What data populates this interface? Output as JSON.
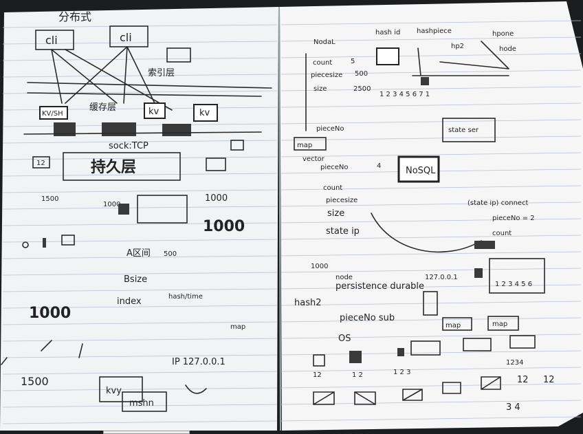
{
  "left_page": {
    "title": "分布式",
    "cli_a": "cli",
    "cli_b": "cli",
    "index_layer": "索引层",
    "kvsh": "KV/SH",
    "cache_layer": "缓存层",
    "kv_a": "kv",
    "kv_b": "kv",
    "sock_tcp": "sock:TCP",
    "persist_layer": "持久层",
    "num_12": "12",
    "num_1500a": "1500",
    "num_1000a": "1000",
    "num_1000b": "1000",
    "num_1000c": "1000",
    "a_note": "A区间",
    "num_500": "500",
    "bsize": "Bsize",
    "index_hash": "index",
    "hash_note": "hash/time",
    "map_note": "map",
    "num_1000d": "1000",
    "ip": "IP 127.0.0.1",
    "num_1500b": "1500",
    "kvy": "kvy",
    "mshn": "mshn"
  },
  "right_page": {
    "nodal": "NodaL",
    "hash_id": "hash id",
    "hashpiece": "hashpiece",
    "hpone": "hpone",
    "hp2": "hp2",
    "hode": "hode",
    "count": "count",
    "num_5": "5",
    "piecesize": "piecesize",
    "num_500": "500",
    "size": "size",
    "num_2500": "2500",
    "digits_a": "1 2 3 4 5 6 7 1",
    "pieceno": "pieceNo",
    "map_kv": "map",
    "vector": "vector",
    "pieceno2": "pieceNo",
    "num_4": "4",
    "state_ser": "state ser",
    "nosql": "NoSQL",
    "count2": "count",
    "piecesize2": "piecesize",
    "size2": "size",
    "stateip": "state ip",
    "connect": "(state ip) connect",
    "pieceno_eq": "pieceNo = 2",
    "count3": "count",
    "num_1000": "1000",
    "node": "node",
    "persistence": "persistence durable",
    "ip127": "127.0.0.1",
    "hash2": "hash2",
    "piecenosub": "pieceNo sub",
    "os": "OS",
    "map_a": "map",
    "map_b": "map",
    "row_nums": "1 2 3 4 5 6",
    "bottom_a": "12",
    "bottom_b": "1 2",
    "bottom_c": "1 2 3",
    "bottom_d": "12",
    "bottom_e": "12",
    "bottom_f": "1234",
    "bottom_g": "3 4"
  },
  "colors": {
    "paper_left": "#f4f4f6",
    "paper_right": "#f7f7f8",
    "ink": "#222222",
    "rule_line": "#b8c0cc",
    "background": "#1c1d1f"
  }
}
